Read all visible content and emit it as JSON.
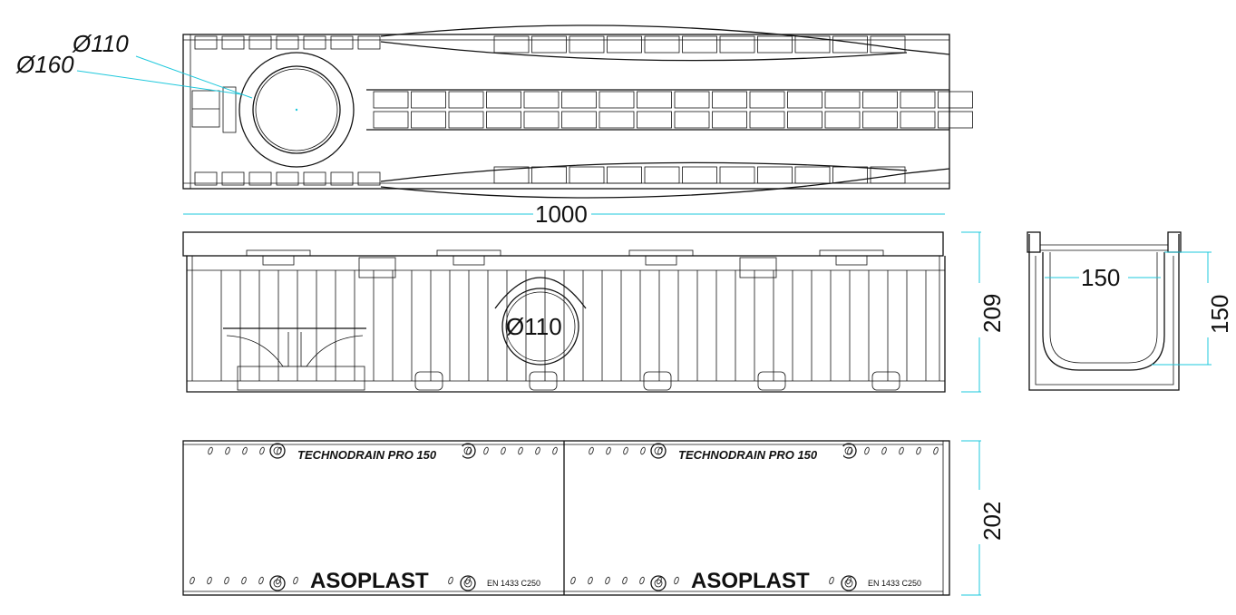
{
  "dimensions": {
    "length": "1000",
    "height": "209",
    "inner_width": "150",
    "inner_height": "150",
    "grate_width": "202"
  },
  "diameters": {
    "outer_outlet": "Ø160",
    "inner_outlet": "Ø110",
    "side_outlet": "Ø110"
  },
  "grate": {
    "product_name": "TECHNODRAIN PRO 150",
    "brand": "ASOPLAST",
    "norm": "EN  1433  C250"
  },
  "colors": {
    "dimension_line": "#1ec8dc",
    "outline": "#111111"
  }
}
